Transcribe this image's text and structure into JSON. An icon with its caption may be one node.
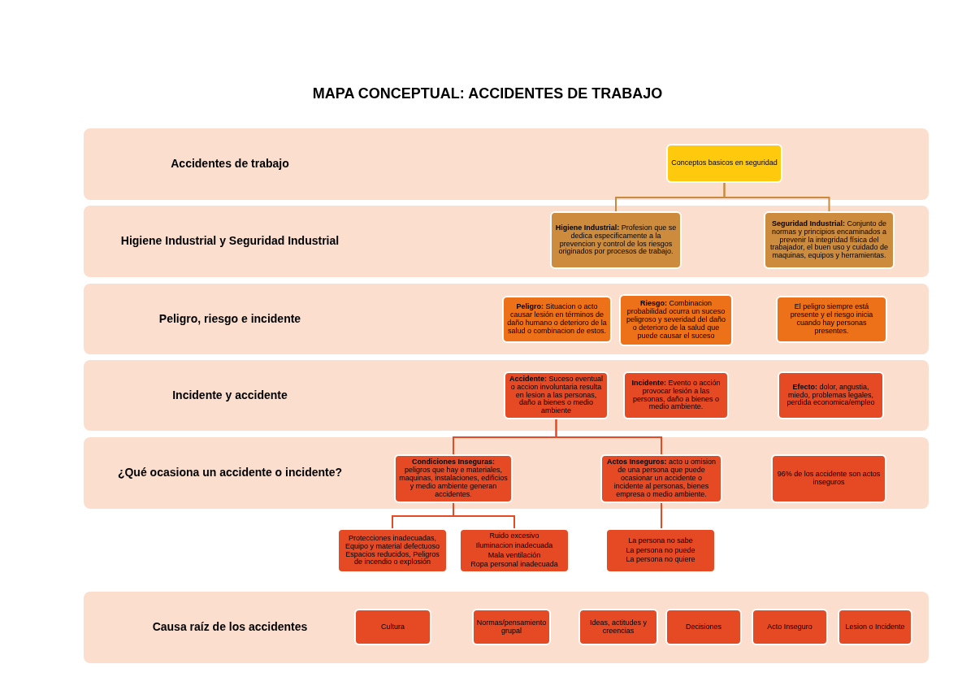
{
  "diagram": {
    "title": "MAPA CONCEPTUAL: ACCIDENTES DE TRABAJO",
    "nodes": [
      {
        "text": [
          "Accidentes de trabajo"
        ]
      },
      {
        "text": [
          "Conceptos basicos en seguridad"
        ],
        "in": 0
      },
      {
        "text": [
          "Higiene Industrial y Seguridad Industrial"
        ]
      },
      {
        "text": [
          "**Higiene Industrial:** Profesion que se dedica especificamente a la prevencion y control de los riesgos originados por procesos de trabajo."
        ],
        "in": 2
      },
      {
        "text": [
          "**Seguridad Industrial:** Conjunto de normas y principios encaminados a prevenir la integridad física del trabajador, el buen uso y cuidado de maquinas, equipos y herramientas."
        ],
        "in": 2
      },
      {
        "text": [
          "Peligro, riesgo e incidente"
        ]
      },
      {
        "text": [
          "**Peligro:** Situacion o acto causar lesión en términos de daño humano o deterioro de la salud o combinacion de estos."
        ],
        "in": 5
      },
      {
        "text": [
          "**Riesgo:** Combinacion probabilidad ocurra un suceso peligroso y severidad del daño o deterioro de la salud que puede causar el suceso"
        ],
        "in": 5
      },
      {
        "text": [
          "El peligro siempre está presente y el riesgo inicia cuando hay personas presentes."
        ],
        "in": 5
      },
      {
        "text": [
          "Incidente y accidente"
        ]
      },
      {
        "text": [
          "**Accidente:** Suceso eventual o accion involuntaria resulta en lesion a las personas, daño a bienes o medio ambiente"
        ],
        "in": 9
      },
      {
        "text": [
          "**Incidente:** Evento o acción provocar lesión a las personas, daño a bienes o medio ambiente."
        ],
        "in": 9
      },
      {
        "text": [
          "**Efecto:** dolor, angustia, miedo, problemas legales, perdida economica/empleo"
        ],
        "in": 9
      },
      {
        "text": [
          "¿Qué ocasiona un accidente o incidente?"
        ]
      },
      {
        "text": [
          "**Condiciones Inseguras:** peligros que hay e materiales, maquinas, instalaciones, edificios y medio ambiente generan accidentes."
        ],
        "in": 13
      },
      {
        "text": [
          "**Actos Inseguros:** acto u omision de una persona que puede ocasionar un accidente o incidente al personas, bienes empresa o medio ambiente."
        ],
        "in": 13
      },
      {
        "text": [
          "96% de los accidente son actos inseguros"
        ],
        "in": 13
      },
      {
        "text": [
          "Protecciones inadecuadas, Equipo y material defectuoso Espacios reducidos, Peligros de incendio o explosión"
        ]
      },
      {
        "text": [
          "Ruido excesivo",
          "Iluminacion inadecuada",
          "Mala ventilación",
          "Ropa personal inadecuada"
        ]
      },
      {
        "text": [
          "La persona no sabe",
          "La persona no puede",
          "La persona no quiere"
        ]
      },
      {
        "text": [
          "Causa raíz de los accidentes"
        ]
      },
      {
        "text": [
          "Cultura"
        ],
        "in": 20
      },
      {
        "text": [
          "Normas/pensamiento grupal"
        ],
        "in": 20
      },
      {
        "text": [
          "Ideas, actitudes y creencias"
        ],
        "in": 20
      },
      {
        "text": [
          "Decisiones"
        ],
        "in": 20
      },
      {
        "text": [
          "Acto Inseguro"
        ],
        "in": 20
      },
      {
        "text": [
          "Lesion o Incidente"
        ],
        "in": 20
      }
    ],
    "edges": [
      {
        "from": 1,
        "to": 3,
        "arrow": "none",
        "color": "#c98a3e"
      },
      {
        "from": 1,
        "to": 4,
        "arrow": "none",
        "color": "#c98a3e"
      },
      {
        "from": 10,
        "to": 14,
        "arrow": "none"
      },
      {
        "from": 10,
        "to": 15,
        "arrow": "none"
      },
      {
        "from": 14,
        "to": 17,
        "arrow": "none"
      },
      {
        "from": 14,
        "to": 18,
        "arrow": "none"
      },
      {
        "from": 15,
        "to": 19,
        "arrow": "none"
      }
    ]
  }
}
